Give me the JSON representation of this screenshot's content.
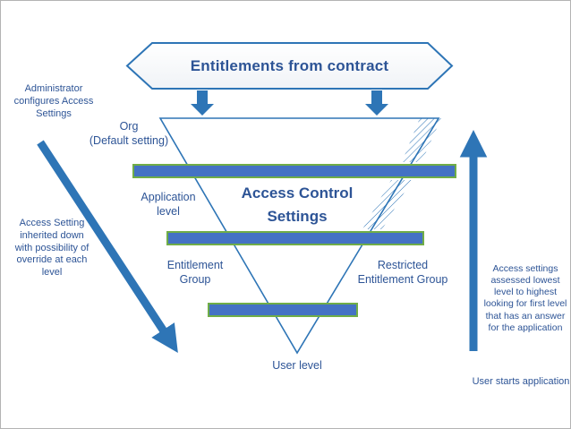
{
  "colors": {
    "line_blue": "#2e75b6",
    "bar_fill": "#4472c4",
    "bar_border": "#70ad47",
    "text_blue": "#2d5496"
  },
  "banner": {
    "label": "Entitlements from contract"
  },
  "triangle": {
    "title": "Access Control\nSettings"
  },
  "levels": {
    "org": "Org\n(Default setting)",
    "application": "Application\nlevel",
    "entitlement_group": "Entitlement\nGroup",
    "restricted_group": "Restricted\nEntitlement Group",
    "user": "User level"
  },
  "annotations": {
    "admin": "Administrator\nconfigures Access\nSettings",
    "inherited": "Access Setting\ninherited down\nwith possibility of\noverride at each\nlevel",
    "assessed": "Access settings\nassessed lowest\nlevel to highest\nlooking for first level\nthat has an answer\nfor the application",
    "user_starts": "User starts application"
  }
}
